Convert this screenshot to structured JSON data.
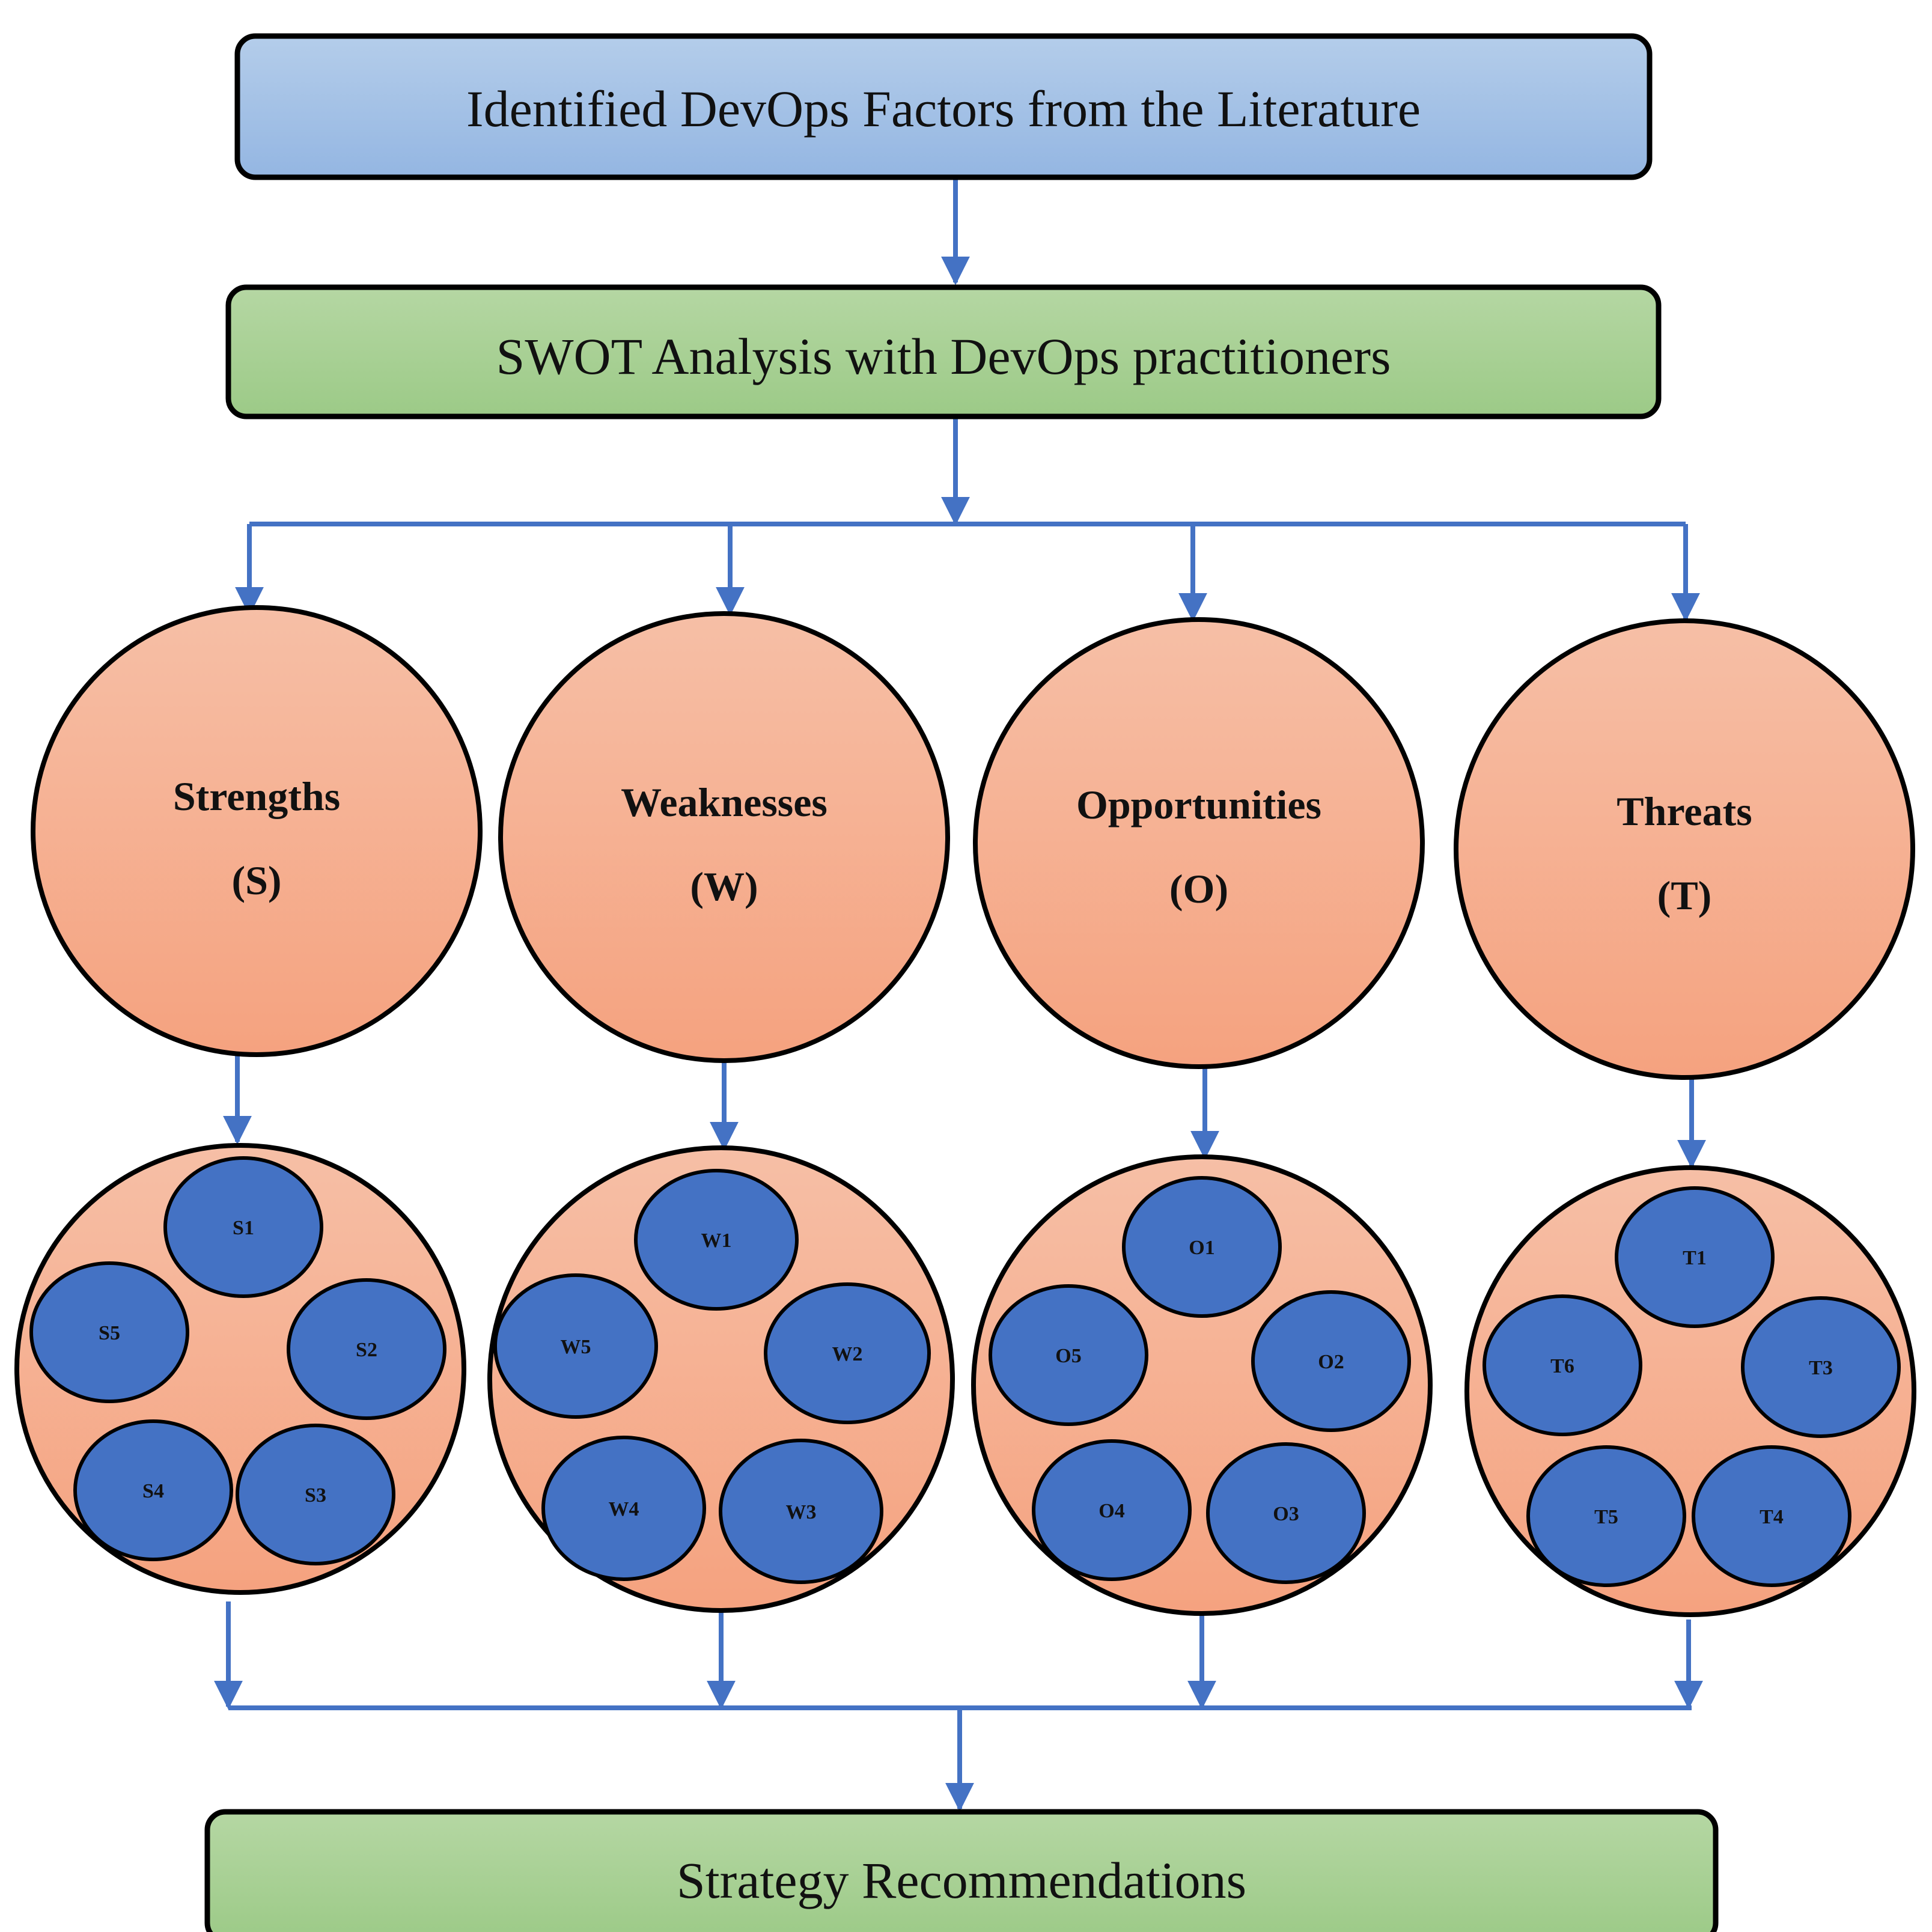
{
  "boxes": {
    "top": "Identified DevOps Factors from the Literature",
    "middle": "SWOT Analysis with DevOps practitioners",
    "bottom": "Strategy Recommendations"
  },
  "categories": [
    {
      "name": "Strengths",
      "abbr": "(S)",
      "items": [
        "S1",
        "S2",
        "S3",
        "S4",
        "S5"
      ]
    },
    {
      "name": "Weaknesses",
      "abbr": "(W)",
      "items": [
        "W1",
        "W2",
        "W3",
        "W4",
        "W5"
      ]
    },
    {
      "name": "Opportunities",
      "abbr": "(O)",
      "items": [
        "O1",
        "O2",
        "O3",
        "O4",
        "O5"
      ]
    },
    {
      "name": "Threats",
      "abbr": "(T)",
      "items": [
        "T1",
        "T3",
        "T4",
        "T5",
        "T6"
      ]
    }
  ],
  "colors": {
    "connector": "#4472c4",
    "top_box_light": "#b4cdea",
    "top_box_dark": "#94b6e2",
    "green_box_light": "#b5d7a3",
    "green_box_dark": "#9cca87",
    "salmon_light": "#f6bfa6",
    "salmon_dark": "#f5a27f",
    "item_fill": "#4472c4"
  }
}
